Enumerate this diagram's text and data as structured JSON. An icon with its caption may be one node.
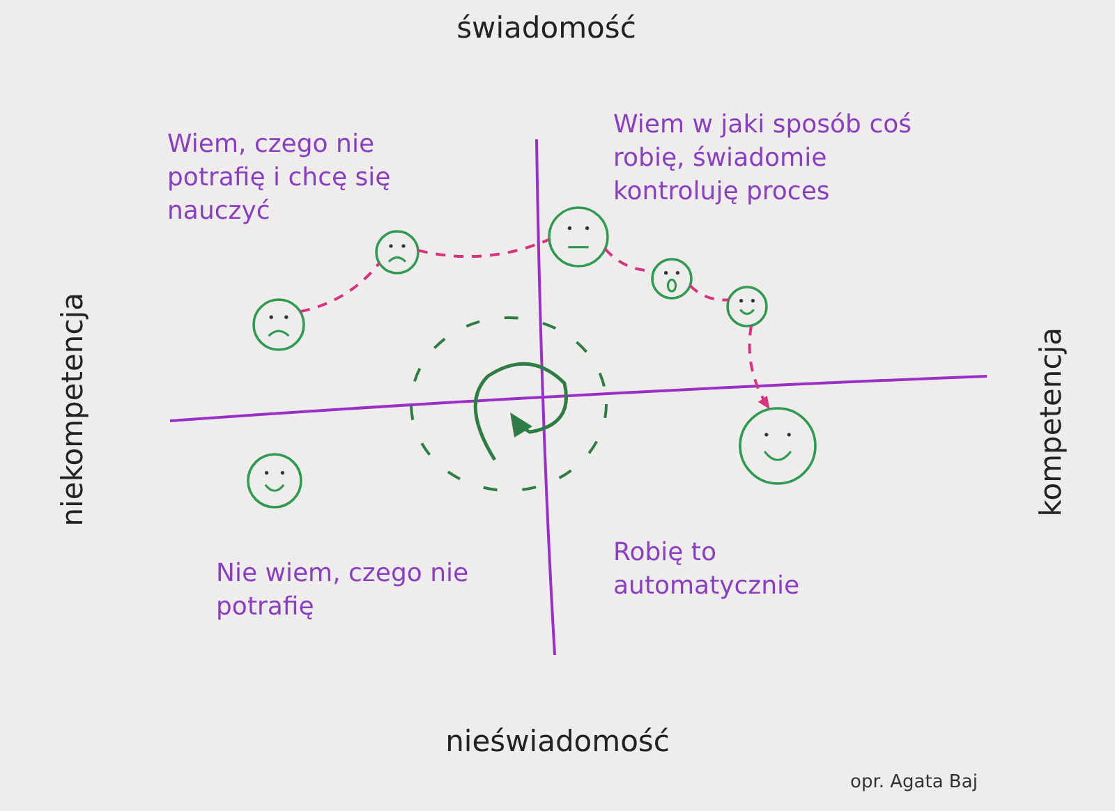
{
  "diagram": {
    "nodes": [
      {
        "text": [],
        "shape": "circle"
      },
      {
        "text": [],
        "shape": "circle"
      },
      {
        "text": [],
        "shape": "circle"
      },
      {
        "text": [],
        "shape": "circle"
      },
      {
        "text": [],
        "shape": "circle"
      },
      {
        "text": [],
        "shape": "circle"
      },
      {
        "text": [],
        "shape": "circle"
      }
    ],
    "edges": [
      {
        "from": 0,
        "to": 2,
        "arrow": "none",
        "style": "dashed",
        "color": "#d6337f"
      },
      {
        "from": 2,
        "to": 3,
        "arrow": "none",
        "style": "dashed",
        "color": "#d6337f"
      },
      {
        "from": 3,
        "to": 4,
        "arrow": "none",
        "style": "dashed",
        "color": "#d6337f"
      },
      {
        "from": 4,
        "to": 5,
        "arrow": "none",
        "style": "dashed",
        "color": "#d6337f"
      },
      {
        "from": 5,
        "to": 6,
        "arrow": "to",
        "style": "dashed",
        "color": "#d6337f"
      }
    ],
    "labels": [
      "świadomość",
      "Wiem, czego nie potrafię i chcę się nauczyć",
      "Wiem w jaki sposób coś robię, świadomie kontroluję proces",
      "niekompetencja",
      "kompetencja",
      "Nie wiem, czego nie potrafię",
      "Robię to automatycznie",
      "nieświadomość",
      "opr. Agata Baj"
    ]
  }
}
